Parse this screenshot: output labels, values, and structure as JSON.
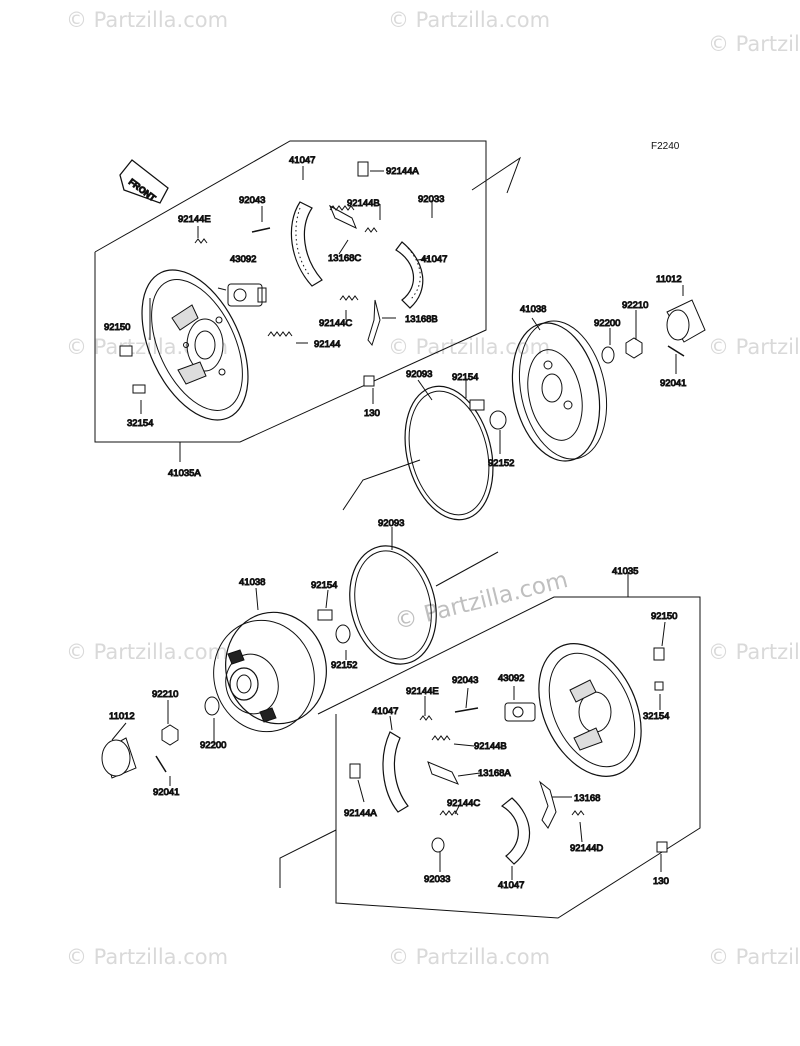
{
  "figure_id": "F2240",
  "front_label": "FRONT",
  "watermark": "© Partzilla.com",
  "watermark_center": "© Partzilla.com",
  "part_labels": [
    "41047",
    "92144A",
    "92043",
    "92144B",
    "92033",
    "92144E",
    "43092",
    "41047",
    "13168C",
    "11012",
    "92210",
    "92150",
    "92144C",
    "13168B",
    "41038",
    "92200",
    "92144",
    "92154",
    "92093",
    "92041",
    "32154",
    "130",
    "92152",
    "41035A",
    "92093",
    "41035",
    "41038",
    "92154",
    "92150",
    "92152",
    "43092",
    "92043",
    "92144E",
    "92210",
    "32154",
    "11012",
    "41047",
    "92144B",
    "92200",
    "13168A",
    "92144A",
    "92144C",
    "13168",
    "92041",
    "92144D",
    "92033",
    "41047",
    "130"
  ]
}
